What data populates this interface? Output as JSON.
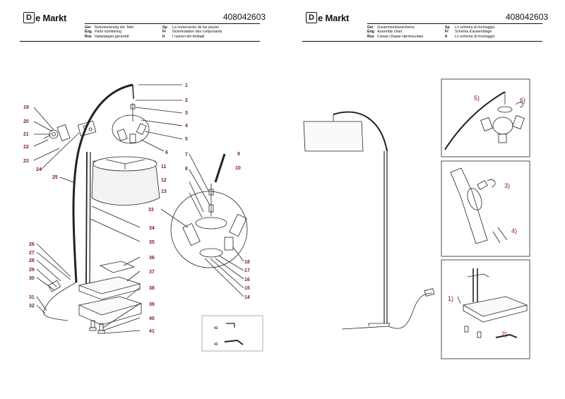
{
  "brand": {
    "logo_letter": "D",
    "name": "e Markt"
  },
  "left_page": {
    "sku": "408042603",
    "header_rows": [
      {
        "l_code": "Ger",
        "l_text": "Nummerierung der Teile",
        "r_code": "Sp",
        "r_text": "La numeración de las piezas"
      },
      {
        "l_code": "Eng",
        "l_text": "Parts numbering",
        "r_code": "Fr",
        "r_text": "Numérotation des composants"
      },
      {
        "l_code": "Rus",
        "l_text": "Нумерация деталей",
        "r_code": "It",
        "r_text": "I numeri dei dettagli"
      }
    ],
    "part_labels": [
      "1",
      "2",
      "3",
      "4",
      "5",
      "6",
      "7",
      "8",
      "9",
      "10",
      "11",
      "12",
      "13",
      "14",
      "15",
      "16",
      "17",
      "18",
      "19",
      "20",
      "21",
      "22",
      "23",
      "24",
      "25",
      "26",
      "27",
      "28",
      "29",
      "30",
      "31",
      "32",
      "33",
      "34",
      "35",
      "36",
      "37",
      "38",
      "39",
      "40",
      "41",
      "42",
      "43"
    ]
  },
  "right_page": {
    "sku": "408042603",
    "header_rows": [
      {
        "l_code": "Ger",
        "l_text": "Zusammenbauschema",
        "r_code": "Sp",
        "r_text": "Lo schema di montaggio"
      },
      {
        "l_code": "Eng",
        "l_text": "Assembly chart",
        "r_code": "Fr",
        "r_text": "Schéma d'assemblage"
      },
      {
        "l_code": "Rus",
        "l_text": "Схема сборки светильника",
        "r_code": "It",
        "r_text": "Lo schema di montaggio"
      }
    ],
    "step_labels": [
      "1)",
      "2)",
      "3)",
      "4)",
      "5)",
      "6)"
    ]
  },
  "colors": {
    "label": "#7a1c20",
    "line": "#222222"
  }
}
